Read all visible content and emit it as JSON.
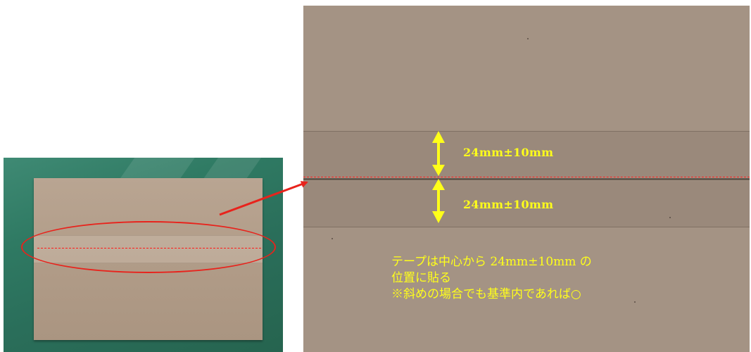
{
  "measure_upper": "24mm±10mm",
  "measure_lower": "24mm±10mm",
  "note_lines": [
    "テープは中心から 24mm±10mm の",
    "位置に貼る",
    "※斜めの場合でも基準内であれば○"
  ],
  "colors": {
    "annotation_text": "#ffff1a",
    "callout": "#e8231c",
    "center_line": "#ff2020",
    "background_floor": "#2f7a63",
    "cardboard": "#a49384"
  },
  "icons": [
    "double-arrow-up-down-icon",
    "callout-arrow-icon"
  ]
}
